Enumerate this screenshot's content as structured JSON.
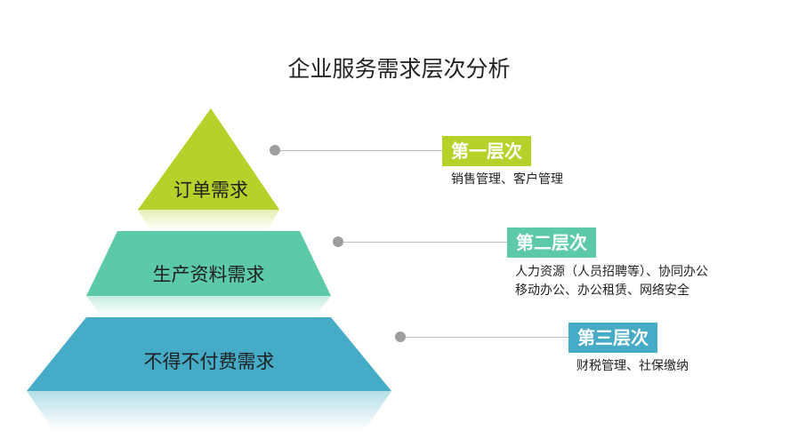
{
  "title": "企业服务需求层次分析",
  "colors": {
    "tier1": "#b7d12a",
    "tier2": "#5ccaa8",
    "tier3": "#45abc6"
  },
  "tiers": [
    {
      "name": "订单需求",
      "badge": "第一层次",
      "desc": [
        "销售管理、客户管理"
      ]
    },
    {
      "name": "生产资料需求",
      "badge": "第二层次",
      "desc": [
        "人力资源（人员招聘等）、协同办公",
        "移动办公、办公租赁、网络安全"
      ]
    },
    {
      "name": "不得不付费需求",
      "badge": "第三层次",
      "desc": [
        "财税管理、社保缴纳"
      ]
    }
  ]
}
